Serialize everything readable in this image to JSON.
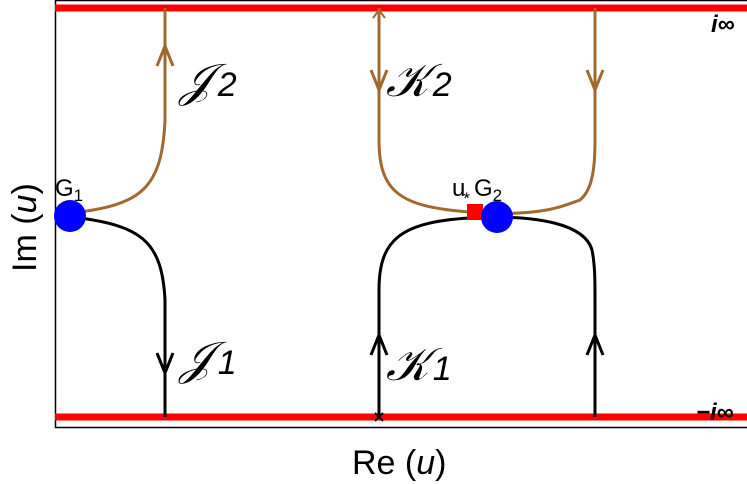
{
  "axes": {
    "xlabel": "Re (u)",
    "xlabel_main": "Re",
    "xlabel_var": "u",
    "ylabel_main": "Im",
    "ylabel_var": "u"
  },
  "boundaries": {
    "top_label": "i∞",
    "bottom_label": "−i∞",
    "color": "#ff0000"
  },
  "colors": {
    "upper_contours": "#a0692e",
    "lower_contours": "#000000",
    "saddle_points": "#0000ff",
    "critical_point": "#ff0000"
  },
  "contours": {
    "J2": {
      "letter": "𝒥",
      "sub": "2"
    },
    "K2": {
      "letter": "𝒦",
      "sub": "2"
    },
    "J1": {
      "letter": "𝒥",
      "sub": "1"
    },
    "K1": {
      "letter": "𝒦",
      "sub": "1"
    }
  },
  "points": {
    "G1": {
      "letter": "G",
      "sub": "1"
    },
    "G2": {
      "letter": "G",
      "sub": "2"
    },
    "ustar": {
      "letter": "u",
      "sub": "*"
    }
  }
}
